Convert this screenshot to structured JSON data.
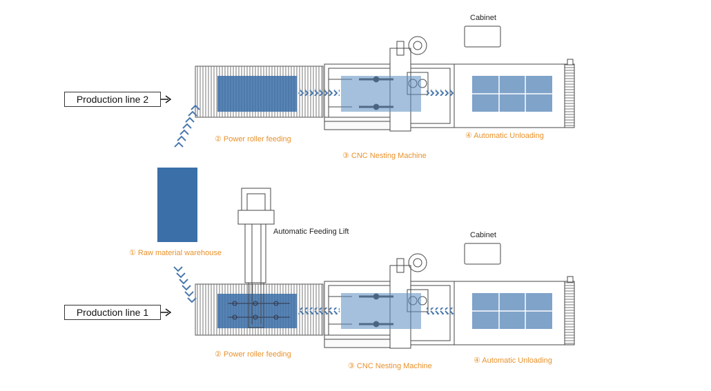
{
  "labels": {
    "production_line_2": "Production line 2",
    "production_line_1": "Production line 1",
    "raw_material_warehouse": "① Raw material warehouse",
    "automatic_feeding_lift": "Automatic Feeding Lift",
    "line2": {
      "power_roller_feeding": "② Power roller feeding",
      "cnc_nesting_machine": "③ CNC Nesting Machine",
      "automatic_unloading": "④ Automatic Unloading",
      "cabinet": "Cabinet"
    },
    "line1": {
      "power_roller_feeding": "② Power roller feeding",
      "cnc_nesting_machine": "③ CNC Nesting Machine",
      "automatic_unloading": "④ Automatic Unloading",
      "cabinet": "Cabinet"
    }
  },
  "colors": {
    "accent_label": "#e8912a",
    "panel_blue": "#3a6fa8",
    "panel_light_blue": "#7fa3c9",
    "flow_arrow": "#4a78ad",
    "line_art": "#555555"
  }
}
